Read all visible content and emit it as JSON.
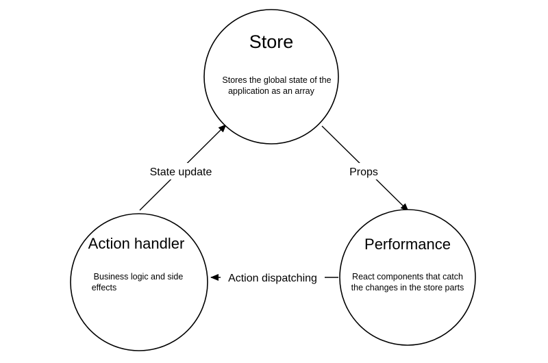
{
  "nodes": {
    "store": {
      "title": "Store",
      "description_line1": "Stores the global state of the",
      "description_line2": "application as an array"
    },
    "performance": {
      "title": "Performance",
      "description_line1": "React components that catch",
      "description_line2": "the changes in the store parts"
    },
    "action_handler": {
      "title": "Action handler",
      "description_line1": "Business logic and side",
      "description_line2": "effects"
    }
  },
  "edges": {
    "store_to_performance": {
      "label": "Props"
    },
    "performance_to_action_handler": {
      "label": "Action dispatching"
    },
    "action_handler_to_store": {
      "label": "State update"
    }
  }
}
